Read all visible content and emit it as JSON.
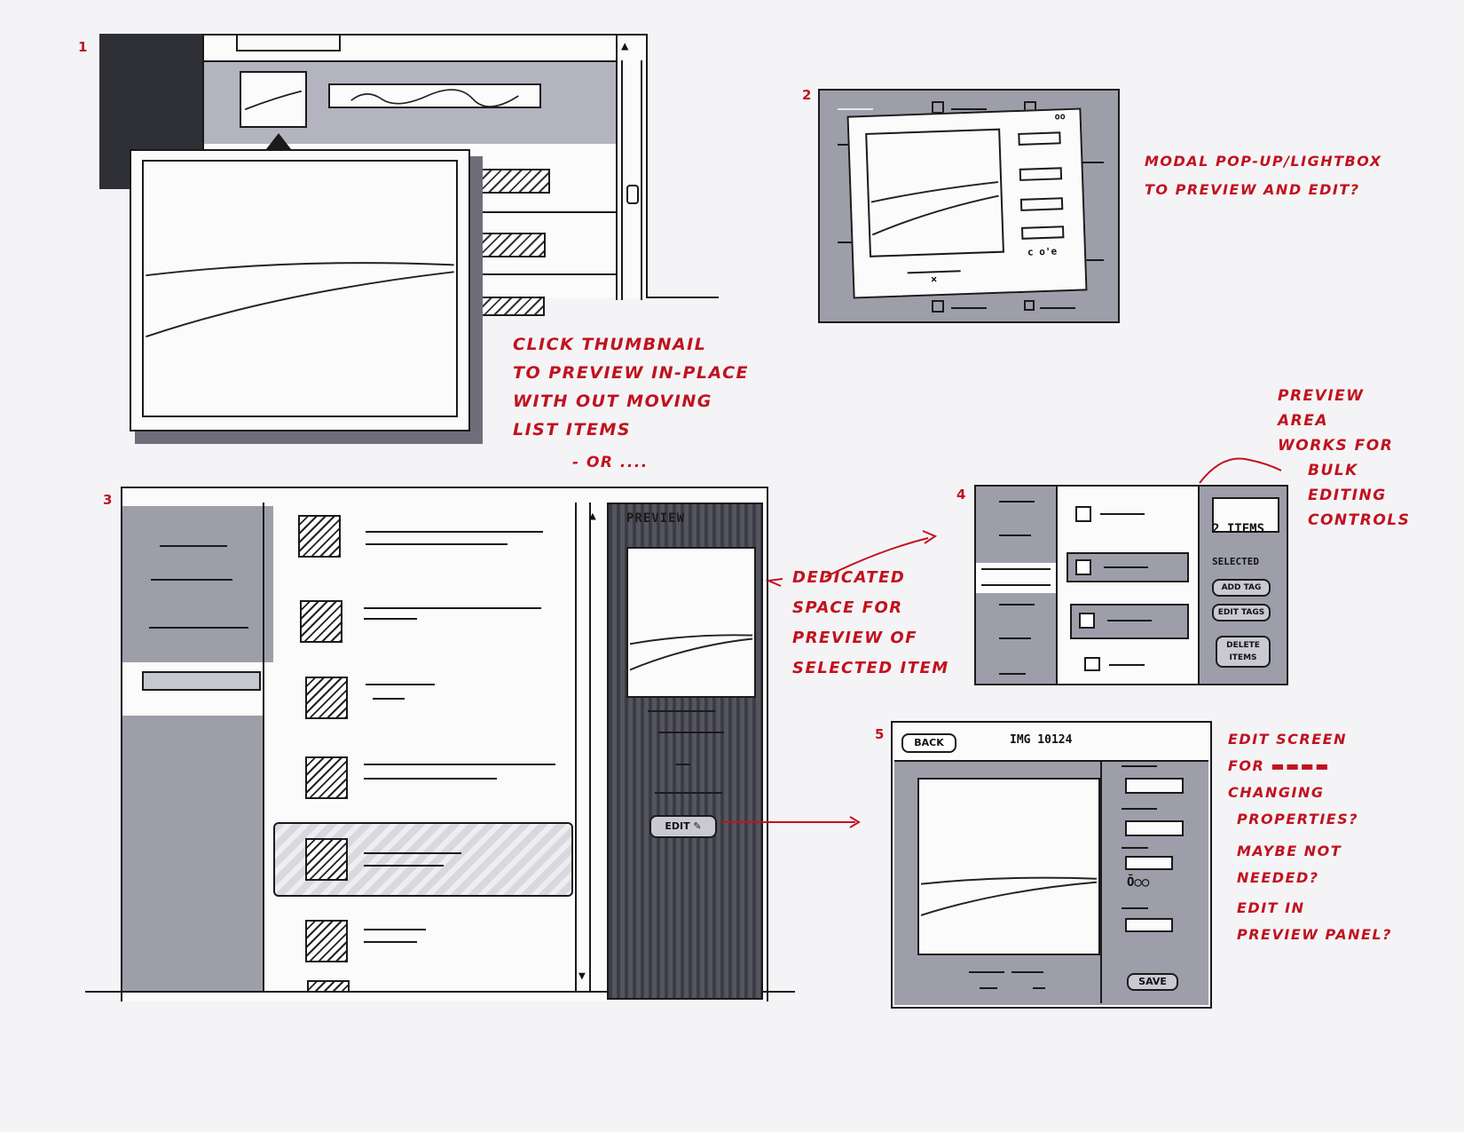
{
  "sketch_numbers": [
    "1",
    "2",
    "3",
    "4",
    "5"
  ],
  "sketch1": {
    "scroll_up_arrow": "▲",
    "note_lines": [
      "CLICK THUMBNAIL",
      "TO PREVIEW IN-PLACE",
      "WITH OUT MOVING",
      "LIST ITEMS"
    ],
    "or_text": "- OR ...."
  },
  "sketch2": {
    "note_lines": [
      "MODAL POP-UP/LIGHTBOX",
      "TO PREVIEW AND EDIT?"
    ]
  },
  "sketch3": {
    "preview_header": "PREVIEW",
    "edit_button": "EDIT ✎",
    "scroll_up_arrow": "▲",
    "scroll_down_arrow": "▼",
    "note_lines": [
      "DEDICATED",
      "SPACE FOR",
      "PREVIEW OF",
      "SELECTED ITEM"
    ]
  },
  "sketch4": {
    "items_count": "2 ITEMS",
    "selected_label": "SELECTED",
    "add_tag_button": "ADD TAG",
    "edit_tags_button": "EDIT TAGS",
    "delete_items_button": "DELETE ITEMS",
    "note_lines": [
      "PREVIEW",
      "AREA",
      "WORKS FOR",
      "BULK",
      "EDITING",
      "CONTROLS"
    ]
  },
  "sketch5": {
    "back_button": "BACK",
    "title": "IMG 10124",
    "save_button": "SAVE",
    "note_lines": [
      "EDIT SCREEN",
      "FOR ▬▬▬▬",
      "CHANGING",
      "PROPERTIES?",
      "MAYBE NOT",
      "NEEDED?",
      "EDIT IN",
      "PREVIEW PANEL?"
    ]
  },
  "colors": {
    "ink": "#1a1a1a",
    "marker_gray": "#9e9eab",
    "annotation_red": "#c1121f"
  }
}
